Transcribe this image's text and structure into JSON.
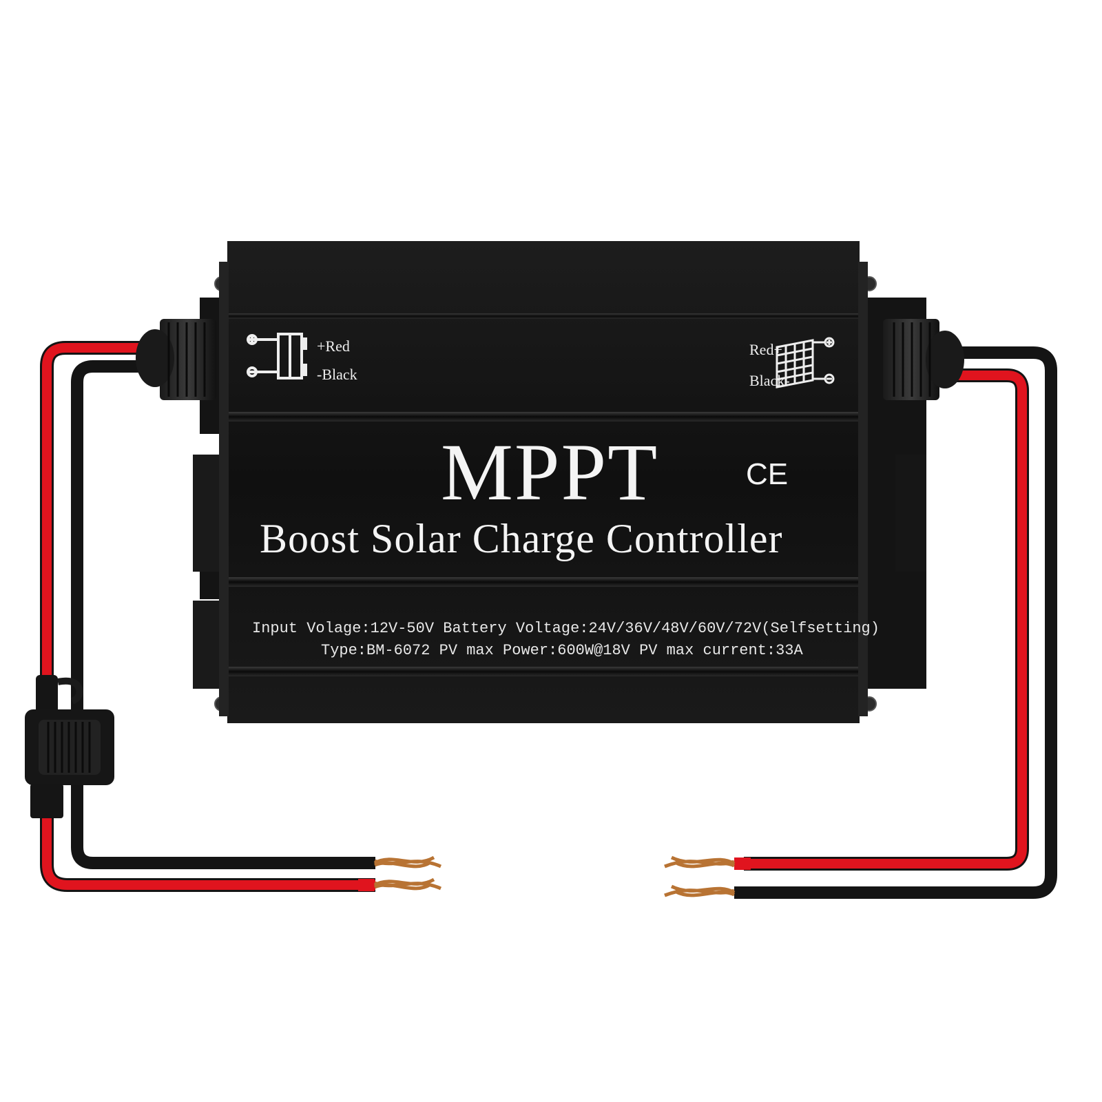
{
  "product": {
    "title": "MPPT",
    "subtitle": "Boost Solar Charge Controller",
    "certification": "CE",
    "spec_line_1": "Input Volage:12V-50V  Battery Voltage:24V/36V/48V/60V/72V(Selfsetting)",
    "spec_line_2": "Type:BM-6072 PV max Power:600W@18V  PV max current:33A"
  },
  "terminals": {
    "battery": {
      "positive": "+Red",
      "negative": "-Black",
      "icon": "battery-icon"
    },
    "solar": {
      "positive": "Red+",
      "negative": "Black-",
      "icon": "solar-panel-icon"
    }
  },
  "colors": {
    "housing": "#0f0f0f",
    "wire_red": "#e0141e",
    "wire_black": "#141414",
    "copper": "#b87333",
    "text": "#f4f4f4"
  }
}
